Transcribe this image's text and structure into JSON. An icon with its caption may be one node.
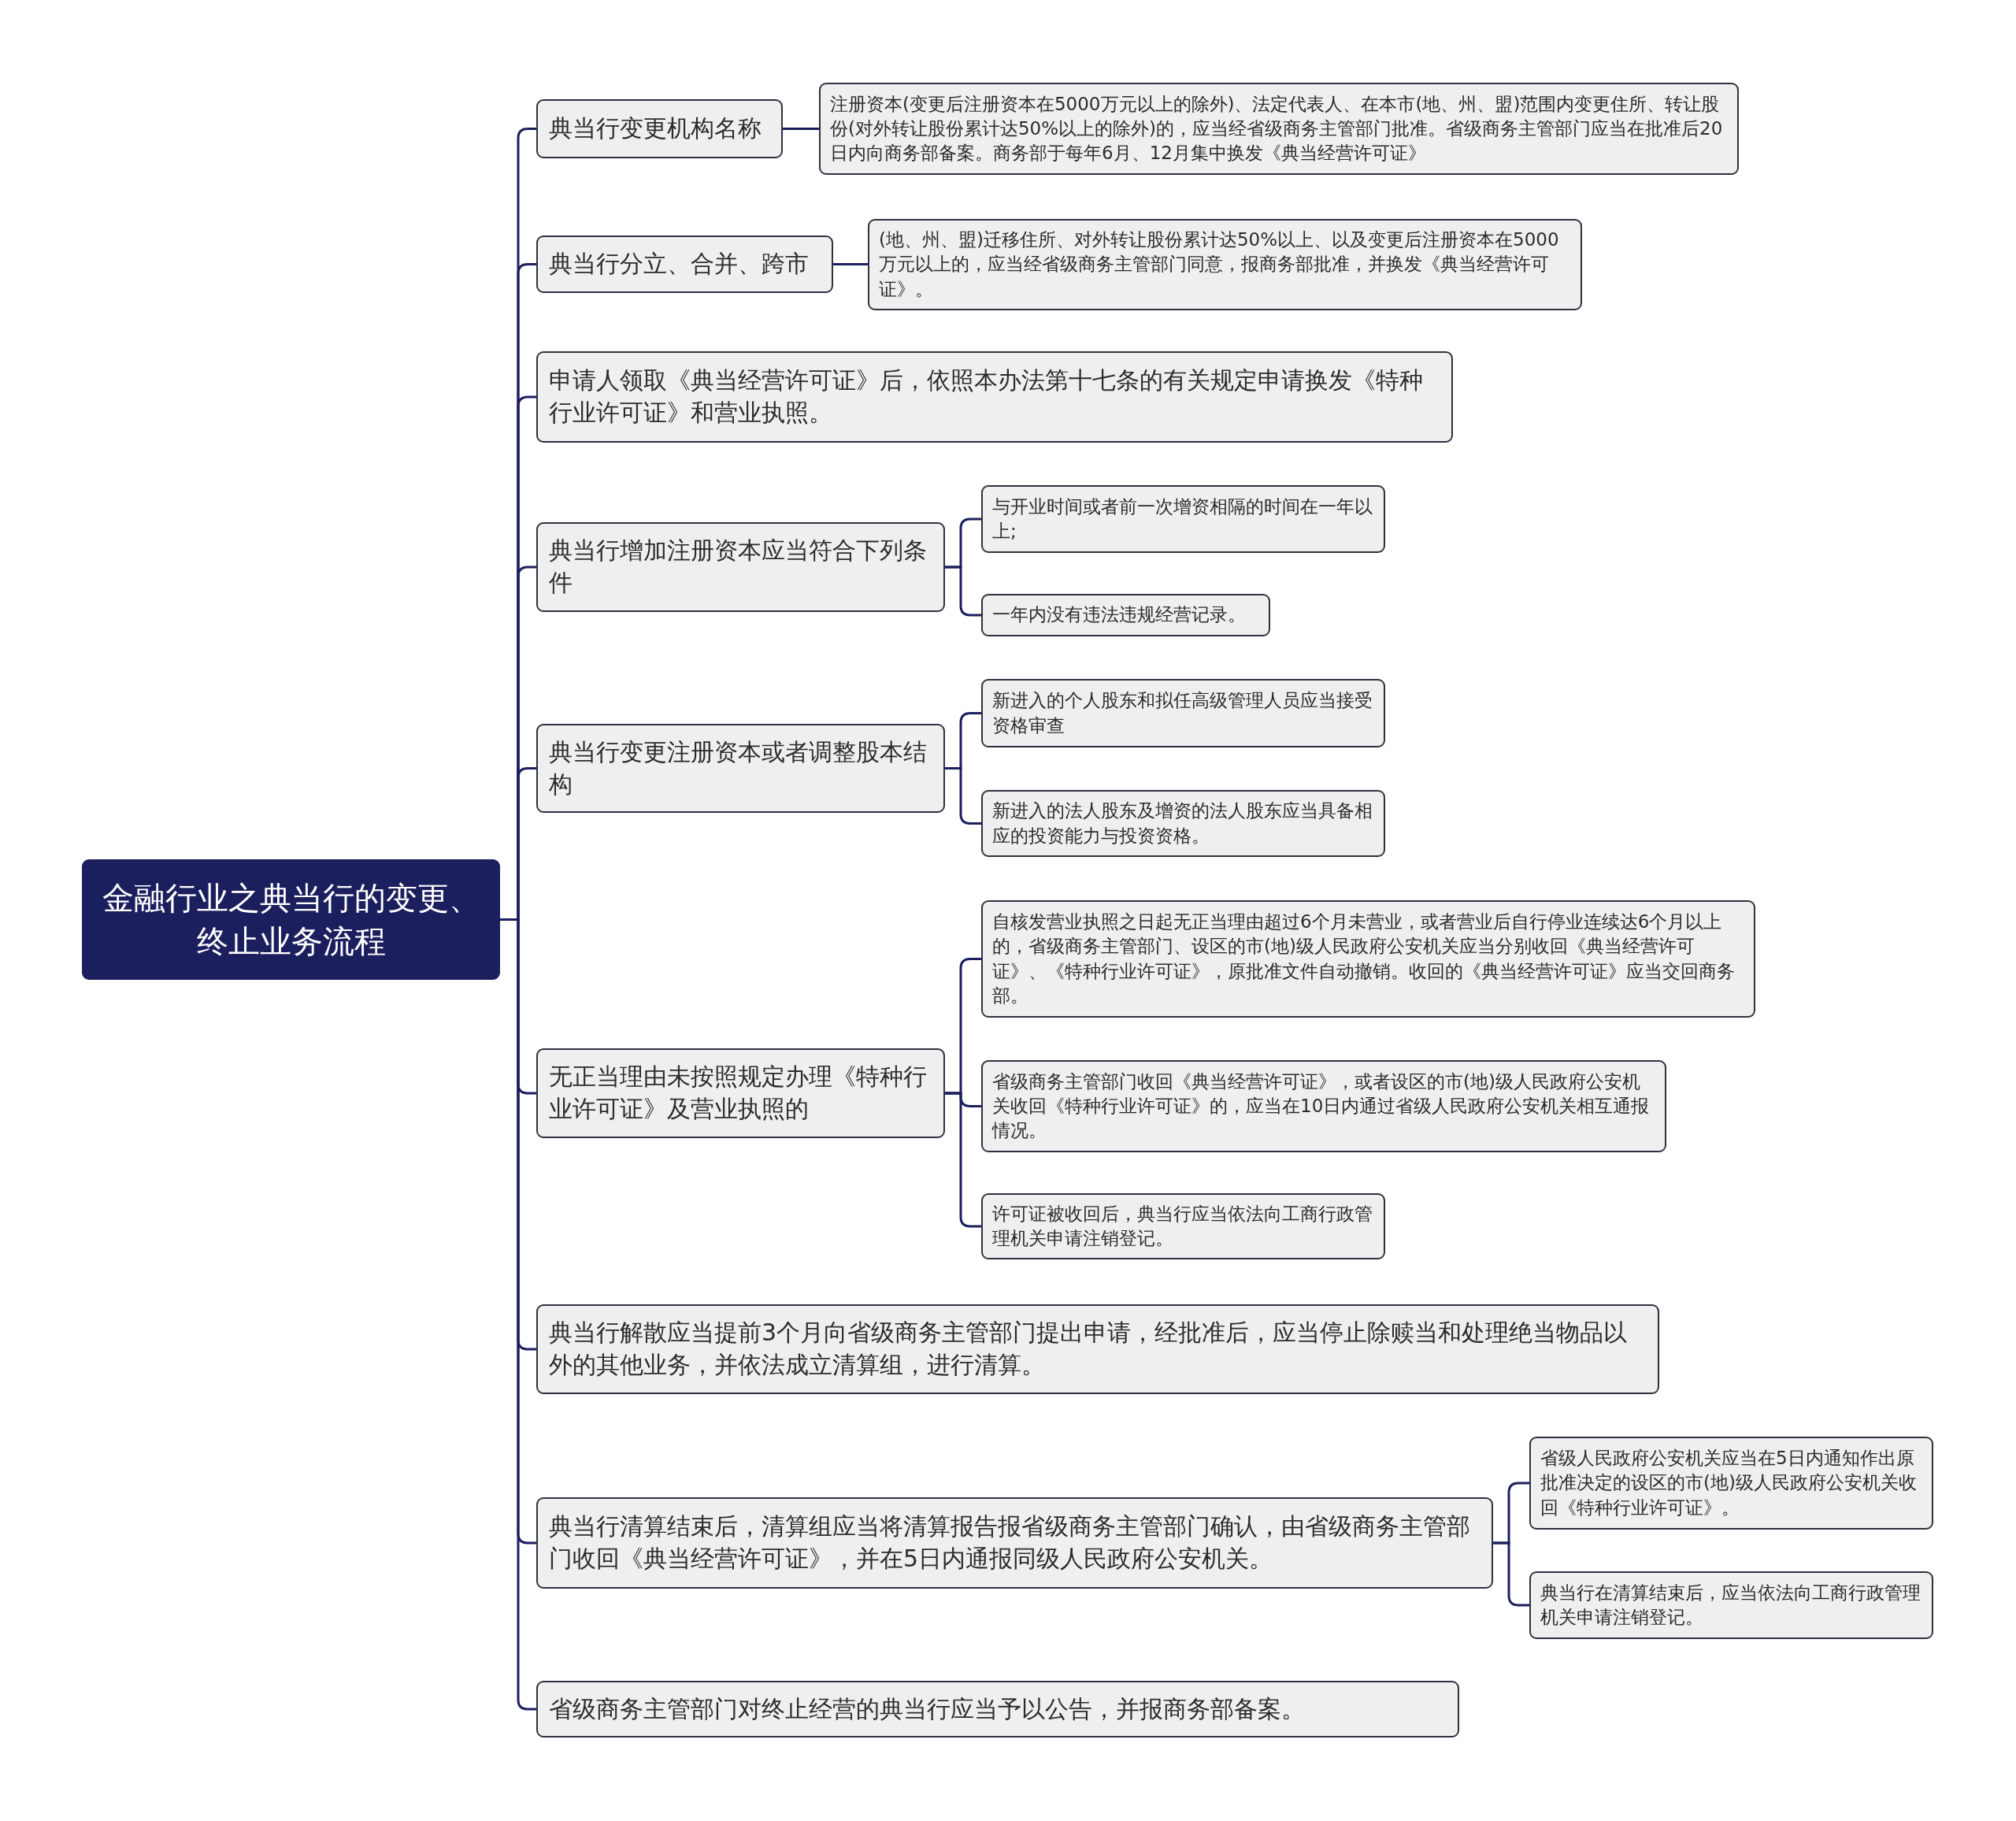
{
  "diagram": {
    "nodes": [
      {
        "text": [
          "金融行业之典当行的变更、终止业务流程"
        ]
      },
      {
        "text": [
          "典当行变更机构名称"
        ]
      },
      {
        "text": [
          "注册资本(变更后注册资本在5000万元以上的除外)、法定代表人、在本市(地、州、盟)范围内变更住所、转让股份(对外转让股份累计达50%以上的除外)的，应当经省级商务主管部门批准。省级商务主管部门应当在批准后20日内向商务部备案。商务部于每年6月、12月集中换发《典当经营许可证》"
        ]
      },
      {
        "text": [
          "典当行分立、合并、跨市"
        ]
      },
      {
        "text": [
          "(地、州、盟)迁移住所、对外转让股份累计达50%以上、以及变更后注册资本在5000万元以上的，应当经省级商务主管部门同意，报商务部批准，并换发《典当经营许可证》。"
        ]
      },
      {
        "text": [
          "申请人领取《典当经营许可证》后，依照本办法第十七条的有关规定申请换发《特种行业许可证》和营业执照。"
        ]
      },
      {
        "text": [
          "典当行增加注册资本应当符合下列条件"
        ]
      },
      {
        "text": [
          "与开业时间或者前一次增资相隔的时间在一年以上;"
        ]
      },
      {
        "text": [
          "一年内没有违法违规经营记录。"
        ]
      },
      {
        "text": [
          "典当行变更注册资本或者调整股本结构"
        ]
      },
      {
        "text": [
          "新进入的个人股东和拟任高级管理人员应当接受资格审查"
        ]
      },
      {
        "text": [
          "新进入的法人股东及增资的法人股东应当具备相应的投资能力与投资资格。"
        ]
      },
      {
        "text": [
          "无正当理由未按照规定办理《特种行业许可证》及营业执照的"
        ]
      },
      {
        "text": [
          "自核发营业执照之日起无正当理由超过6个月未营业，或者营业后自行停业连续达6个月以上的，省级商务主管部门、设区的市(地)级人民政府公安机关应当分别收回《典当经营许可证》、《特种行业许可证》，原批准文件自动撤销。收回的《典当经营许可证》应当交回商务部。"
        ]
      },
      {
        "text": [
          "省级商务主管部门收回《典当经营许可证》，或者设区的市(地)级人民政府公安机关收回《特种行业许可证》的，应当在10日内通过省级人民政府公安机关相互通报情况。"
        ]
      },
      {
        "text": [
          "许可证被收回后，典当行应当依法向工商行政管理机关申请注销登记。"
        ]
      },
      {
        "text": [
          "典当行解散应当提前3个月向省级商务主管部门提出申请，经批准后，应当停止除赎当和处理绝当物品以外的其他业务，并依法成立清算组，进行清算。"
        ]
      },
      {
        "text": [
          "典当行清算结束后，清算组应当将清算报告报省级商务主管部门确认，由省级商务主管部门收回《典当经营许可证》，并在5日内通报同级人民政府公安机关。"
        ]
      },
      {
        "text": [
          "省级人民政府公安机关应当在5日内通知作出原批准决定的设区的市(地)级人民政府公安机关收回《特种行业许可证》。"
        ]
      },
      {
        "text": [
          "典当行在清算结束后，应当依法向工商行政管理机关申请注销登记。"
        ]
      },
      {
        "text": [
          "省级商务主管部门对终止经营的典当行应当予以公告，并报商务部备案。"
        ]
      }
    ],
    "edges": [
      {
        "from": 0,
        "to": 1,
        "arrow": "none"
      },
      {
        "from": 0,
        "to": 3,
        "arrow": "none"
      },
      {
        "from": 0,
        "to": 5,
        "arrow": "none"
      },
      {
        "from": 0,
        "to": 6,
        "arrow": "none"
      },
      {
        "from": 0,
        "to": 9,
        "arrow": "none"
      },
      {
        "from": 0,
        "to": 12,
        "arrow": "none"
      },
      {
        "from": 0,
        "to": 16,
        "arrow": "none"
      },
      {
        "from": 0,
        "to": 17,
        "arrow": "none"
      },
      {
        "from": 0,
        "to": 20,
        "arrow": "none"
      },
      {
        "from": 1,
        "to": 2,
        "arrow": "none"
      },
      {
        "from": 3,
        "to": 4,
        "arrow": "none"
      },
      {
        "from": 6,
        "to": 7,
        "arrow": "none"
      },
      {
        "from": 6,
        "to": 8,
        "arrow": "none"
      },
      {
        "from": 9,
        "to": 10,
        "arrow": "none"
      },
      {
        "from": 9,
        "to": 11,
        "arrow": "none"
      },
      {
        "from": 12,
        "to": 13,
        "arrow": "none"
      },
      {
        "from": 12,
        "to": 14,
        "arrow": "none"
      },
      {
        "from": 12,
        "to": 15,
        "arrow": "none"
      },
      {
        "from": 17,
        "to": 18,
        "arrow": "none"
      },
      {
        "from": 17,
        "to": 19,
        "arrow": "none"
      }
    ]
  }
}
